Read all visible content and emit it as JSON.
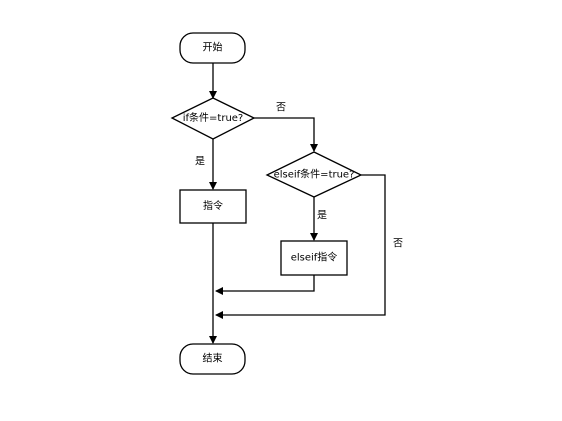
{
  "nodes": {
    "start": "开始",
    "cond_if": "if条件=true?",
    "action_if": "指令",
    "cond_elseif": "elseif条件=true?",
    "action_elseif": "elseif指令",
    "end": "结束"
  },
  "edges": {
    "if_no": "否",
    "if_yes": "是",
    "elseif_yes": "是",
    "elseif_no": "否"
  },
  "colors": {
    "stroke": "#000000",
    "fill": "#ffffff"
  }
}
